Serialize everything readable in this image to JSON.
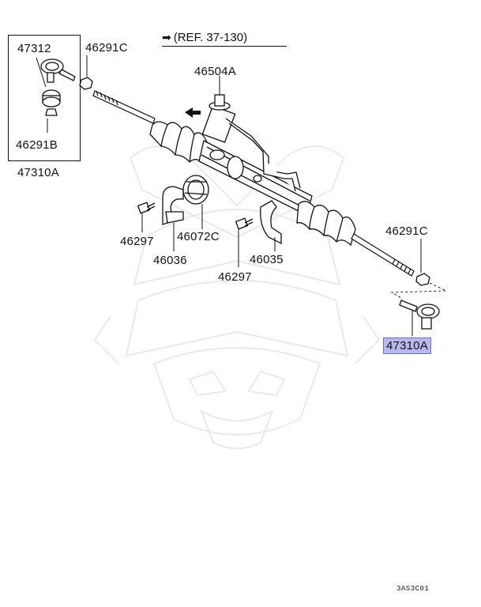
{
  "reference": {
    "arrow_icon": "arrow-right-icon",
    "text": "(REF. 37-130)"
  },
  "labels": {
    "p47312": "47312",
    "p46291C_top": "46291C",
    "p46291B": "46291B",
    "p47310A_left": "47310A",
    "p46504A": "46504A",
    "p46297_left": "46297",
    "p46036": "46036",
    "p46072C": "46072C",
    "p46035": "46035",
    "p46297_mid": "46297",
    "p46291C_right": "46291C",
    "p47310A_right": "47310A"
  },
  "highlight_color": "#b9b9f0",
  "diagram_code": "3AS3C01",
  "watermark_icon": "samurai-helmet-watermark-icon"
}
